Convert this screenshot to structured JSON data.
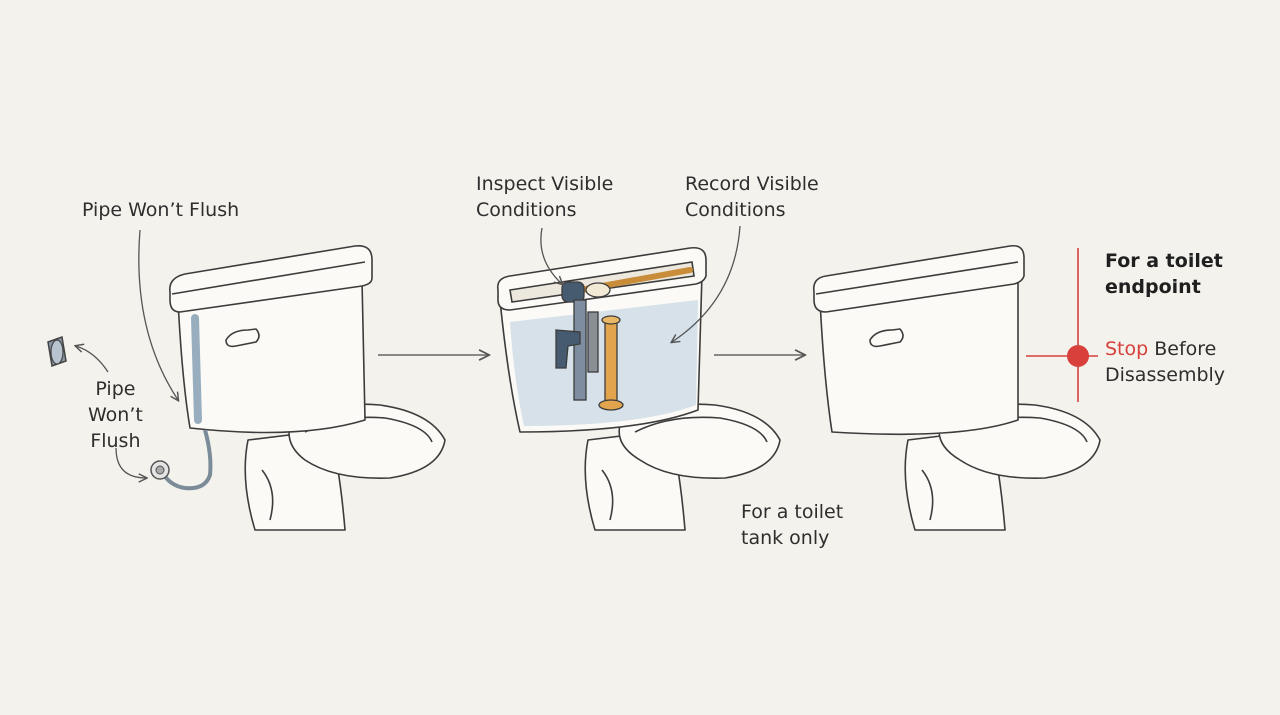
{
  "colors": {
    "background": "#f4f2ec",
    "stroke": "#3c3c3c",
    "water": "#c9d8e6",
    "brass": "#e2a44c",
    "valve": "#465a70",
    "stop": "#d8403c"
  },
  "step1": {
    "top_label": "Pipe Won’t Flush",
    "side_label_lines": [
      "Pipe",
      "Won’t",
      "Flush"
    ]
  },
  "step2": {
    "inspect_lines": [
      "Inspect Visible",
      "Conditions"
    ],
    "record_lines": [
      "Record Visible",
      "Conditions"
    ],
    "bottom_lines": [
      "For a toilet",
      "tank only"
    ]
  },
  "step3": {
    "endpoint_lines": [
      "For a toilet",
      "endpoint"
    ],
    "stop_word": "Stop",
    "stop_rest": " Before",
    "stop_line2": "Disassembly"
  }
}
